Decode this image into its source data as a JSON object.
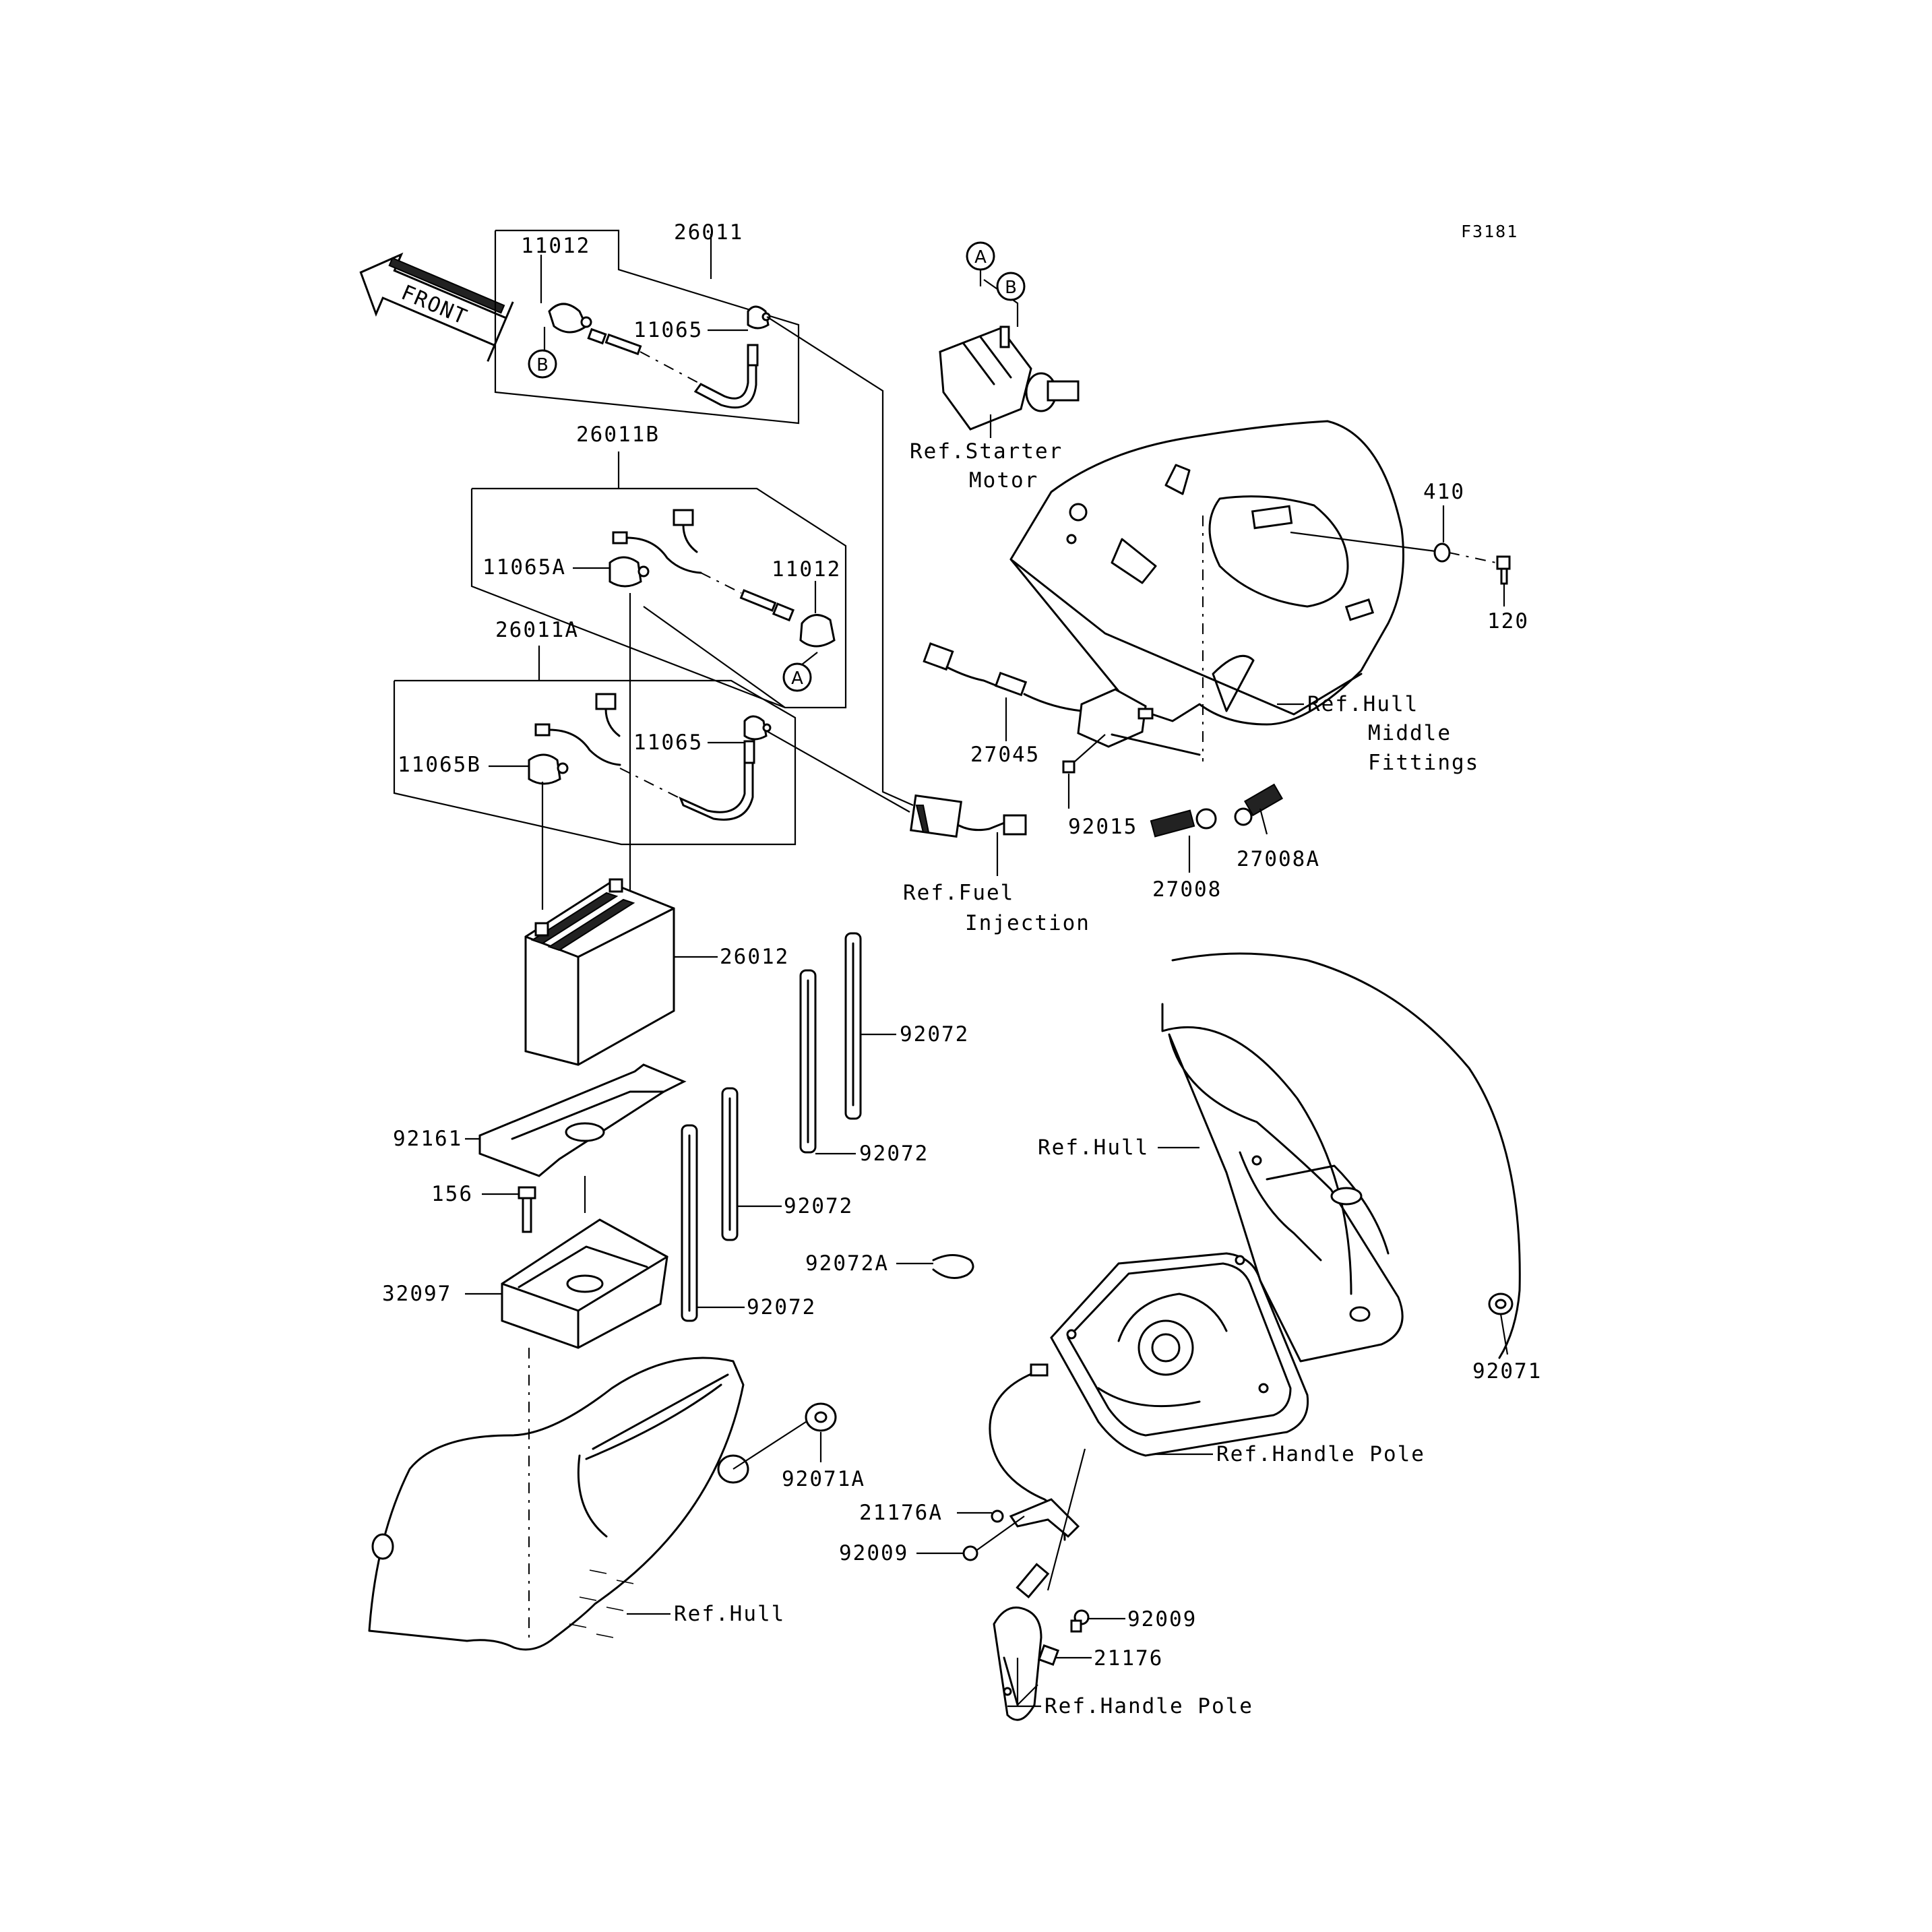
{
  "figure_code": "F3181",
  "front_arrow": {
    "label": "FRONT",
    "icon": "front-arrow-icon"
  },
  "ref_markers": {
    "a": "A",
    "b": "B"
  },
  "parts": {
    "p26011": "26011",
    "p11012_top": "11012",
    "p11065_top": "11065",
    "p26011B": "26011B",
    "p11065A": "11065A",
    "p11012_mid": "11012",
    "p26011A": "26011A",
    "p11065B": "11065B",
    "p11065_mid": "11065",
    "p26012": "26012",
    "p92161": "92161",
    "p156": "156",
    "p32097": "32097",
    "p92072_a": "92072",
    "p92072_b": "92072",
    "p92072_c": "92072",
    "p92072_d": "92072",
    "p92072A": "92072A",
    "p92071A": "92071A",
    "p410": "410",
    "p120": "120",
    "p27045": "27045",
    "p92015": "92015",
    "p27008": "27008",
    "p27008A": "27008A",
    "p92071": "92071",
    "p21176A": "21176A",
    "p92009_a": "92009",
    "p92009_b": "92009",
    "p21176": "21176"
  },
  "refs": {
    "starter_motor_1": "Ref.Starter",
    "starter_motor_2": "Motor",
    "hull_middle_1": "Ref.Hull",
    "hull_middle_2": "Middle",
    "hull_middle_3": "Fittings",
    "fuel_injection_1": "Ref.Fuel",
    "fuel_injection_2": "Injection",
    "hull_right": "Ref.Hull",
    "hull_bottom": "Ref.Hull",
    "handle_pole_1": "Ref.Handle Pole",
    "handle_pole_2": "Ref.Handle Pole"
  }
}
